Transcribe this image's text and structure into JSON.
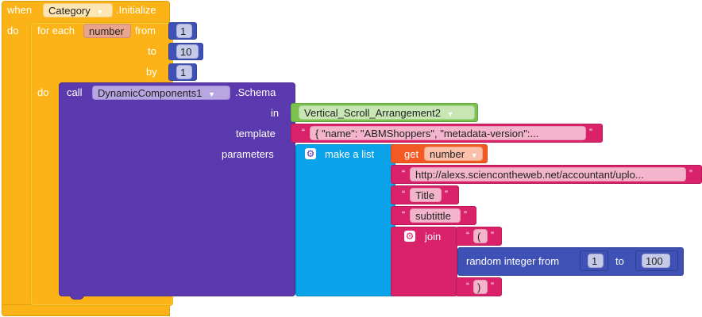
{
  "event": {
    "when": "when",
    "component": "Category",
    "event_name": ".Initialize",
    "do": "do"
  },
  "loop": {
    "for_each": "for each",
    "var": "number",
    "from": "from",
    "from_val": "1",
    "to": "to",
    "to_val": "10",
    "by": "by",
    "by_val": "1",
    "do": "do"
  },
  "call": {
    "call": "call",
    "component": "DynamicComponents1",
    "method": ".Schema",
    "in": "in",
    "in_val": "Vertical_Scroll_Arrangement2",
    "template": "template",
    "template_val": "{  \"name\": \"ABMShoppers\",   \"metadata-version\":...",
    "parameters": "parameters"
  },
  "list": {
    "label": "make a list",
    "get": "get",
    "get_var": "number",
    "url": "http://alexs.sciencontheweb.net/accountant/uplo...",
    "title": "Title",
    "subtitle": "subtittle"
  },
  "join": {
    "label": "join",
    "open": "(",
    "close": ")",
    "random": "random integer from",
    "r_from": "1",
    "r_to_label": "to",
    "r_to": "100"
  },
  "quote_open": "“",
  "quote_close": "”",
  "colors": {
    "event": "#fbb317",
    "procedure": "#5a3aae",
    "list": "#0aa2e8",
    "text": "#d9226a",
    "math": "#3f51b5",
    "component": "#7cc04f",
    "variable": "#f15a22"
  }
}
